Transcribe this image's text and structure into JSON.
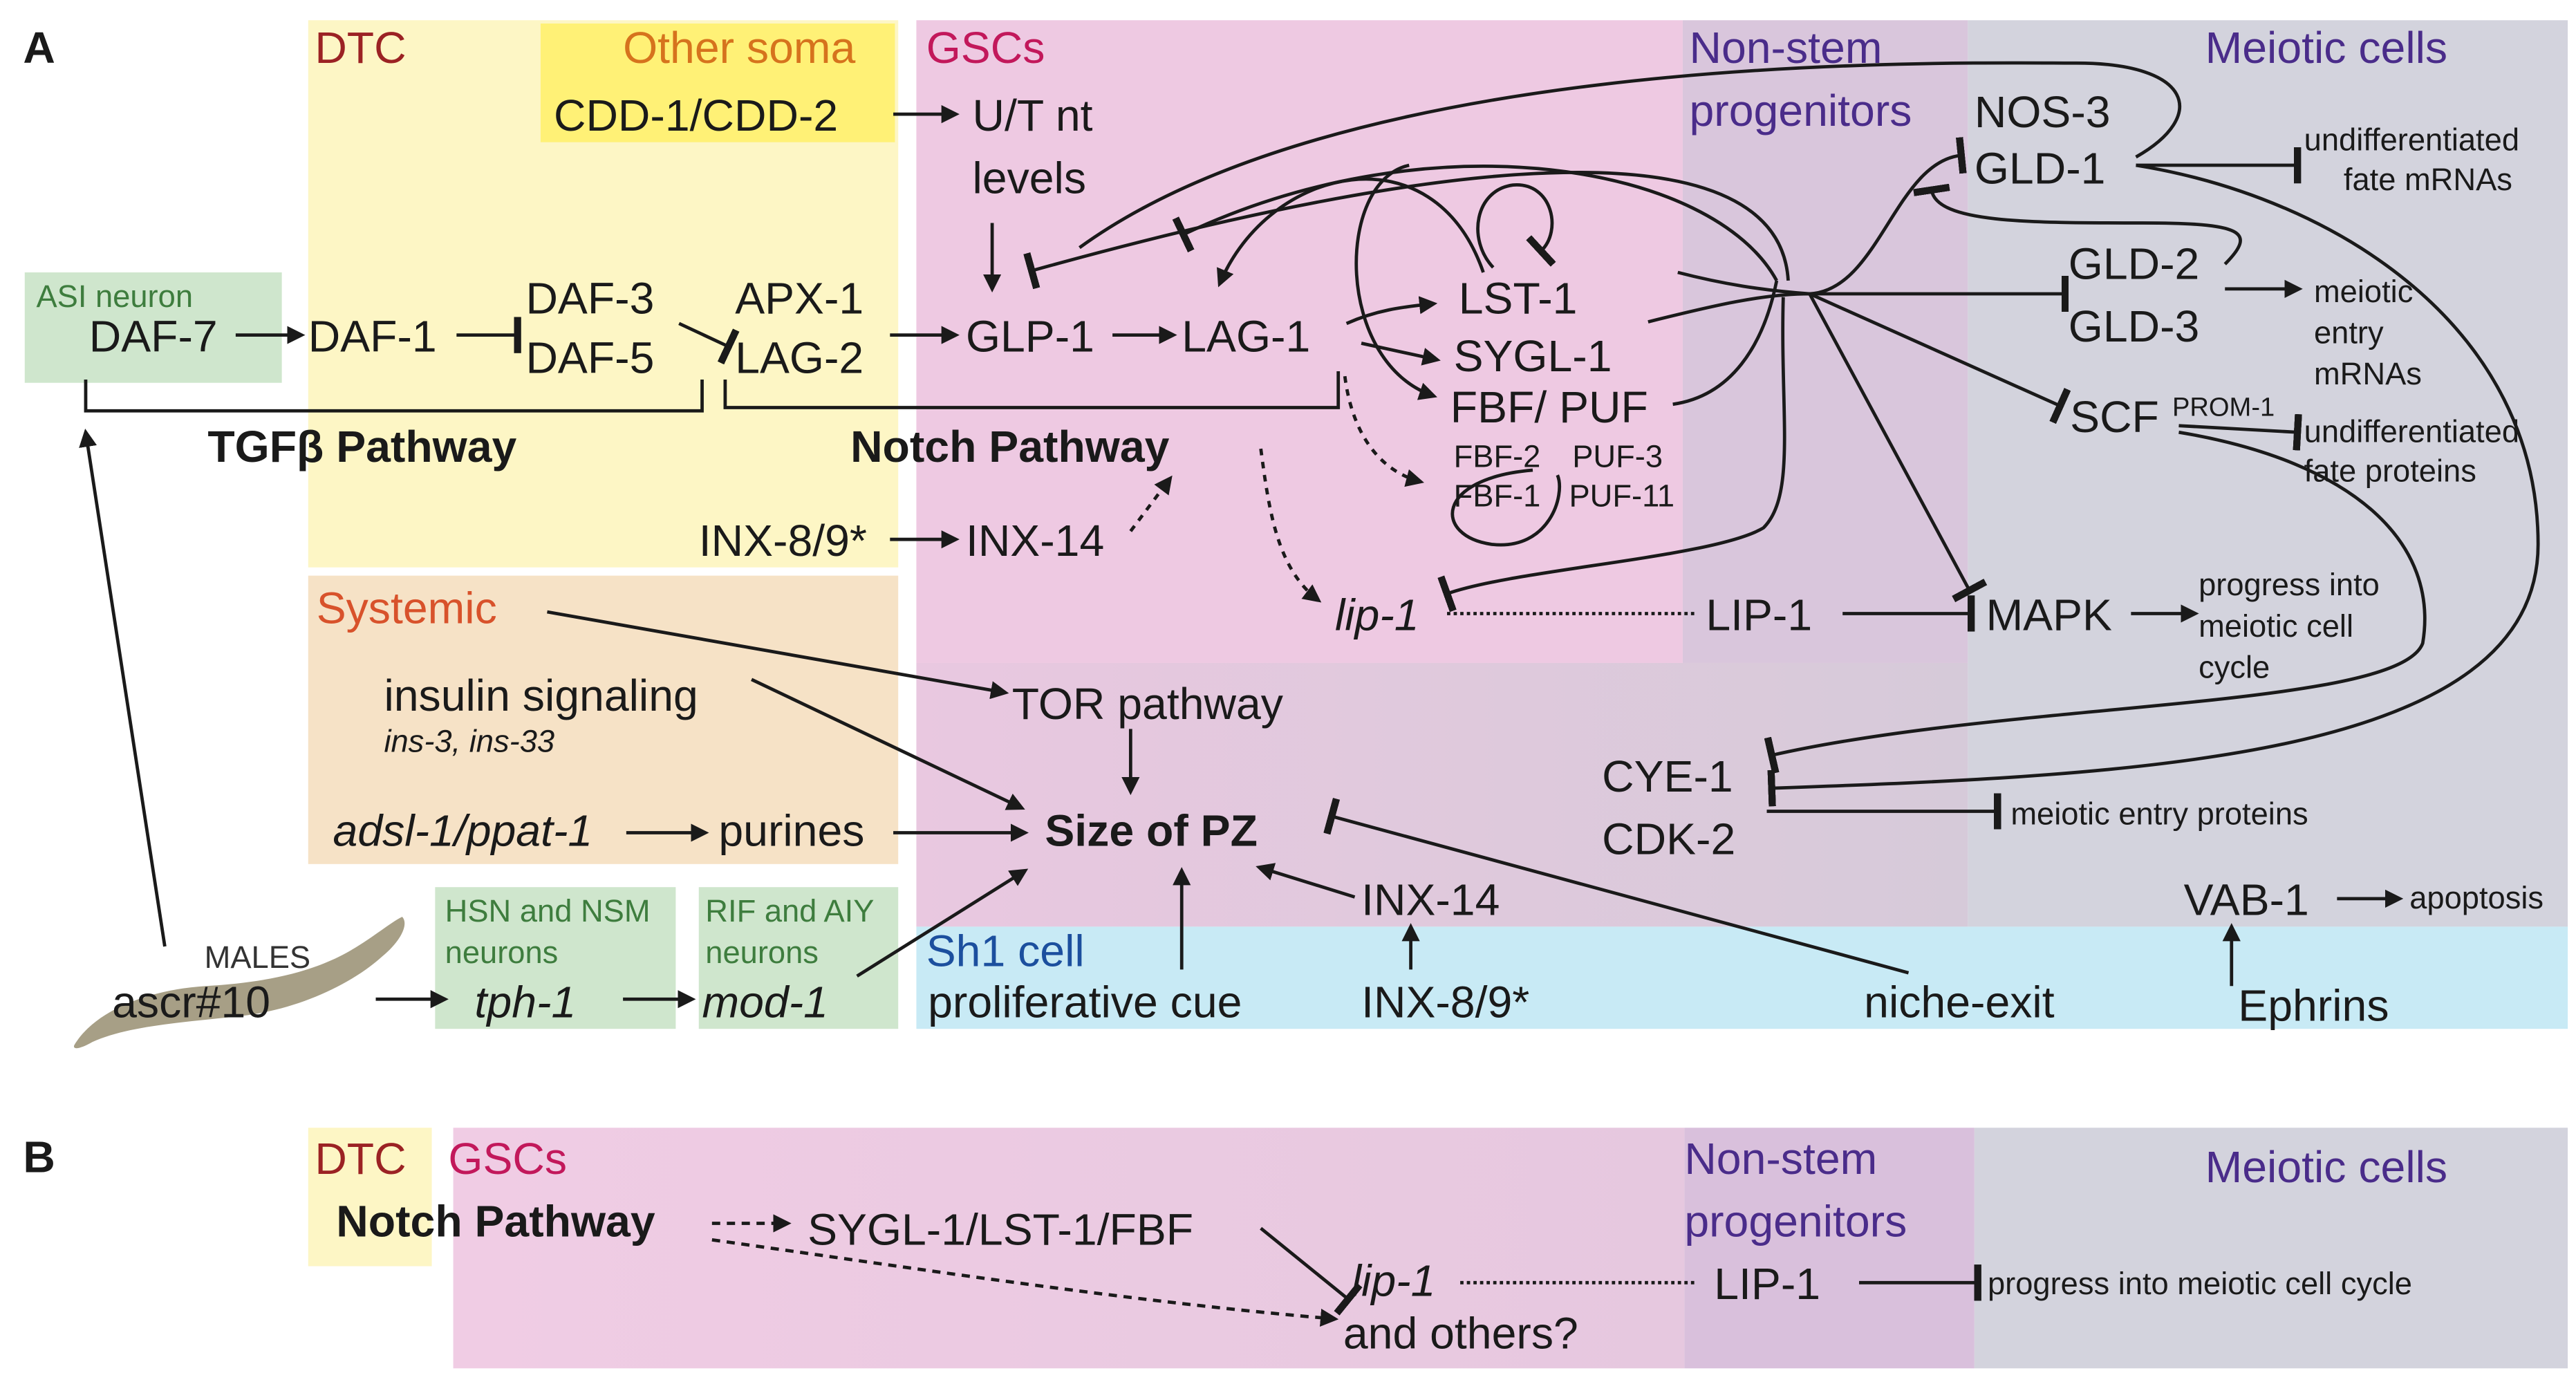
{
  "panels": {
    "a": "A",
    "b": "B"
  },
  "regions": {
    "dtc": "DTC",
    "other_soma": "Other soma",
    "gscs": "GSCs",
    "non_stem": [
      "Non-stem",
      "progenitors"
    ],
    "meiotic": "Meiotic cells",
    "systemic": "Systemic",
    "asi": "ASI neuron",
    "hsn": [
      "HSN and NSM",
      "neurons"
    ],
    "rif": [
      "RIF and AIY",
      "neurons"
    ],
    "sh1": "Sh1 cell",
    "males": "MALES"
  },
  "nodes": {
    "cdd": "CDD-1/CDD-2",
    "utnt": [
      "U/T nt",
      "levels"
    ],
    "nos3": "NOS-3",
    "gld1": "GLD-1",
    "undiff_mrna": [
      "undifferentiated",
      "fate mRNAs"
    ],
    "daf7": "DAF-7",
    "daf1": "DAF-1",
    "daf3": "DAF-3",
    "daf5": "DAF-5",
    "apx1": "APX-1",
    "lag2": "LAG-2",
    "glp1": "GLP-1",
    "lag1": "LAG-1",
    "lst1": "LST-1",
    "sygl1": "SYGL-1",
    "fbfpuf": "FBF/ PUF",
    "gld2": "GLD-2",
    "gld3": "GLD-3",
    "meiotic_entry": [
      "meiotic",
      "entry",
      "mRNAs"
    ],
    "scf": "SCF",
    "prom1": "PROM-1",
    "undiff_prot": [
      "undifferentiated",
      "fate proteins"
    ],
    "tgfb": "TGFβ Pathway",
    "notch": "Notch Pathway",
    "fbf2": "FBF-2",
    "puf3": "PUF-3",
    "fbf1": "FBF-1",
    "puf11": "PUF-11",
    "inx89_top": "INX-8/9*",
    "inx14_top": "INX-14",
    "lip1_gene": "lip-1",
    "lip1_prot": "LIP-1",
    "mapk": "MAPK",
    "progress": [
      "progress into",
      "meiotic cell",
      "cycle"
    ],
    "insulin": "insulin signaling",
    "ins": "ins-3, ins-33",
    "tor": "TOR pathway",
    "cye1": "CYE-1",
    "cdk2": "CDK-2",
    "meiotic_entry_prot": "meiotic entry proteins",
    "adsl": "adsl-1/ppat-1",
    "purines": "purines",
    "size_pz": "Size of PZ",
    "inx14_bot": "INX-14",
    "vab1": "VAB-1",
    "apoptosis": "apoptosis",
    "ascr": "ascr#10",
    "tph1": "tph-1",
    "mod1": "mod-1",
    "prolif": "proliferative cue",
    "inx89_bot": "INX-8/9*",
    "niche_exit": "niche-exit",
    "ephrins": "Ephrins"
  },
  "panel_b": {
    "dtc": "DTC",
    "gscs": "GSCs",
    "non_stem": [
      "Non-stem",
      "progenitors"
    ],
    "meiotic": "Meiotic cells",
    "notch": "Notch Pathway",
    "sygl": "SYGL-1/LST-1/FBF",
    "lip1_gene": "lip-1",
    "others": "and others?",
    "lip1_prot": "LIP-1",
    "progress": "progress into meiotic cell cycle"
  },
  "colors": {
    "dtc": "#fdf6c5",
    "other_soma": "#fff176",
    "gscs": "#eec9e2",
    "non_stem": "#d9c6dc",
    "meiotic": "#d3d3dd",
    "systemic": "#f6e2c6",
    "neuron": "#cfe6cd",
    "sh1": "#c8eaf5",
    "worm": "#a79f86",
    "label_dtc": "#9b2224",
    "label_soma": "#d6731d",
    "label_gscs": "#c2185b",
    "label_purple": "#4a2c8a",
    "label_systemic": "#d8522b",
    "label_green": "#3e7d3e",
    "label_sh1": "#1c4f9e",
    "ink": "#1a1a1a"
  }
}
